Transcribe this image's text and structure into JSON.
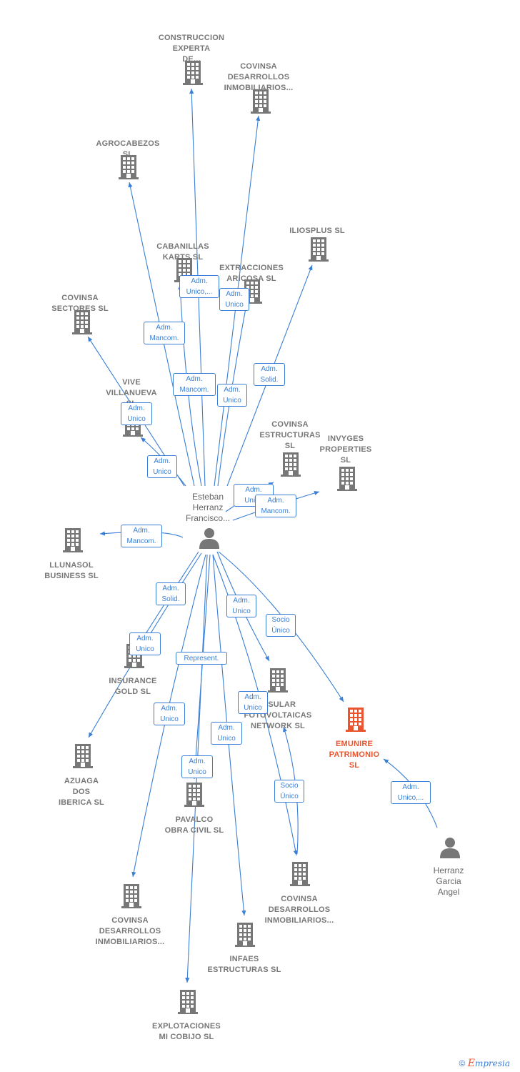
{
  "colors": {
    "edge": "#3a7fd5",
    "building": "#777777",
    "highlight": "#e9552f",
    "person": "#777777"
  },
  "companies": [
    {
      "id": "construccion",
      "label": [
        "CONSTRUCCION",
        "EXPERTA",
        "DE..."
      ]
    },
    {
      "id": "covinsa_des1",
      "label": [
        "COVINSA",
        "DESARROLLOS",
        "INMOBILIARIOS..."
      ]
    },
    {
      "id": "agrocabezos",
      "label": [
        "AGROCABEZOS",
        "SL"
      ]
    },
    {
      "id": "iliosplus",
      "label": [
        "ILIOSPLUS  SL"
      ]
    },
    {
      "id": "cabanillas",
      "label": [
        "CABANILLAS",
        "KARTS  SL"
      ]
    },
    {
      "id": "extracciones",
      "label": [
        "EXTRACCIONES",
        "ARICOSA  SL"
      ]
    },
    {
      "id": "covinsa_sectores",
      "label": [
        "COVINSA",
        "SECTORES  SL"
      ]
    },
    {
      "id": "vive",
      "label": [
        "VIVE",
        "VILLANUEVA",
        "SL"
      ]
    },
    {
      "id": "covinsa_estructuras",
      "label": [
        "COVINSA",
        "ESTRUCTURAS",
        "SL"
      ]
    },
    {
      "id": "invyges",
      "label": [
        "INVYGES",
        "PROPERTIES",
        "SL"
      ]
    },
    {
      "id": "llunasol",
      "label": [
        "LLUNASOL",
        "BUSINESS  SL"
      ]
    },
    {
      "id": "insurance",
      "label": [
        "INSURANCE",
        "GOLD  SL"
      ]
    },
    {
      "id": "insular",
      "label": [
        "INSULAR",
        "FOTOVOLTAICAS",
        "NETWORK  SL"
      ]
    },
    {
      "id": "emunire",
      "label": [
        "EMUNIRE",
        "PATRIMONIO",
        "SL"
      ],
      "highlight": true
    },
    {
      "id": "azuaga",
      "label": [
        "AZUAGA",
        "DOS",
        "IBERICA  SL"
      ]
    },
    {
      "id": "pavalco",
      "label": [
        "PAVALCO",
        "OBRA CIVIL  SL"
      ]
    },
    {
      "id": "covinsa_des2",
      "label": [
        "COVINSA",
        "DESARROLLOS",
        "INMOBILIARIOS..."
      ]
    },
    {
      "id": "covinsa_des3",
      "label": [
        "COVINSA",
        "DESARROLLOS",
        "INMOBILIARIOS..."
      ]
    },
    {
      "id": "infaes",
      "label": [
        "INFAES",
        "ESTRUCTURAS SL"
      ]
    },
    {
      "id": "explotaciones",
      "label": [
        "EXPLOTACIONES",
        "MI COBIJO  SL"
      ]
    }
  ],
  "people": [
    {
      "id": "esteban",
      "label": [
        "Esteban",
        "Herranz",
        "Francisco..."
      ]
    },
    {
      "id": "herranz",
      "label": [
        "Herranz",
        "Garcia",
        "Angel"
      ]
    }
  ],
  "relations": [
    {
      "id": "r1",
      "lines": [
        "Adm.",
        "Unico,..."
      ]
    },
    {
      "id": "r2",
      "lines": [
        "Adm.",
        "Unico"
      ]
    },
    {
      "id": "r3",
      "lines": [
        "Adm.",
        "Mancom."
      ]
    },
    {
      "id": "r4",
      "lines": [
        "Adm.",
        "Solid."
      ]
    },
    {
      "id": "r5",
      "lines": [
        "Adm.",
        "Mancom."
      ]
    },
    {
      "id": "r6",
      "lines": [
        "Adm.",
        "Unico"
      ]
    },
    {
      "id": "r7",
      "lines": [
        "Adm.",
        "Unico"
      ]
    },
    {
      "id": "r8",
      "lines": [
        "Adm.",
        "Unico"
      ]
    },
    {
      "id": "r9",
      "lines": [
        "Adm.",
        "Unico"
      ]
    },
    {
      "id": "r10",
      "lines": [
        "Adm.",
        "Mancom."
      ]
    },
    {
      "id": "r11",
      "lines": [
        "Adm.",
        "Mancom."
      ]
    },
    {
      "id": "r12",
      "lines": [
        "Adm.",
        "Solid."
      ]
    },
    {
      "id": "r13",
      "lines": [
        "Adm.",
        "Unico"
      ]
    },
    {
      "id": "r14",
      "lines": [
        "Socio",
        "Único"
      ]
    },
    {
      "id": "r15",
      "lines": [
        "Adm.",
        "Unico"
      ]
    },
    {
      "id": "r16",
      "lines": [
        "Represent."
      ]
    },
    {
      "id": "r17",
      "lines": [
        "Adm.",
        "Unico"
      ]
    },
    {
      "id": "r18",
      "lines": [
        "Adm.",
        "Unico"
      ]
    },
    {
      "id": "r19",
      "lines": [
        "Adm.",
        "Unico"
      ]
    },
    {
      "id": "r20",
      "lines": [
        "Adm.",
        "Unico"
      ]
    },
    {
      "id": "r21",
      "lines": [
        "Socio",
        "Único"
      ]
    },
    {
      "id": "r22",
      "lines": [
        "Adm.",
        "Unico,..."
      ]
    }
  ],
  "watermark": {
    "symbol": "©",
    "brand_initial": "E",
    "brand_rest": "mpresia"
  }
}
